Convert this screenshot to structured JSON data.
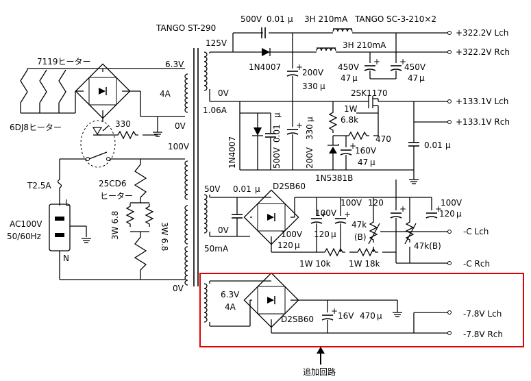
{
  "labels": {
    "tr1_name": "TANGO ST-290",
    "tr2_name": "TANGO SC-3-210×2",
    "v_500": "500V",
    "c_001_top": "0.01",
    "unit_u": "μ",
    "choke_lch": "3H 210mA",
    "choke_rch": "3H 210mA",
    "out_322_l": "+322.2V Lch",
    "out_322_r": "+322.2V Rch",
    "out_133_l": "+133.1V Lch",
    "out_133_r": "+133.1V Rch",
    "out_c_l": "-C Lch",
    "out_c_r": "-C Rch",
    "out_78_l": "-7.8V Lch",
    "out_78_r": "-7.8V Rch",
    "heater_7119": "7119ヒーター",
    "heater_6dj8": "6DJ8ヒーター",
    "heater_25cd6": "25CD6",
    "heater_25cd6_b": "ヒーター",
    "fuse": "T2.5A",
    "ac_in": "AC100V",
    "ac_freq": "50/60Hz",
    "plug_l": "L",
    "plug_n": "N",
    "tap_63": "6.3V",
    "tap_4a": "4A",
    "tap_0v_h": "0V",
    "tap_100v": "100V",
    "tap_0v_p": "0V",
    "r_330_h": "330",
    "sec_125": "125V",
    "sec_0v": "0V",
    "sec_106a": "1.06A",
    "d_1n4007_a": "1N4007",
    "d_1n4007_b": "1N4007",
    "c_200v_a": "200V",
    "c_330u_a": "330",
    "c_200v_b": "200V",
    "c_330u_b": "330",
    "c_500v_b": "500V",
    "c_001_b": "0.01",
    "c_450_a": "450V",
    "c_47_a": "47",
    "c_450_b": "450V",
    "c_47_b": "47",
    "q_2sk1170": "2SK1170",
    "r_1w": "1W",
    "r_68k": "6.8k",
    "r_470": "470",
    "c_160v": "160V",
    "c_47_c": "47",
    "c_001_c": "0.01",
    "d_1n5381b": "1N5381B",
    "sec_50": "50V",
    "sec_0v_b": "0V",
    "sec_50ma": "50mA",
    "c_001_d": "0.01",
    "br_d2sb60": "D2SB60",
    "c_100v_a": "100V",
    "c_120u_a": "120",
    "c_100v_b": "100V",
    "c_120u_b": "120",
    "c_100v_c": "100V",
    "c_120_c": "120",
    "c_100v_d": "100V",
    "c_120_d": "120",
    "vr_47k_a": "47k",
    "vr_b_a": "(B)",
    "vr_47k_b": "47k(B)",
    "r_1w_10k": "1W 10k",
    "r_1w_18k": "1W 18k",
    "r_3w_a": "3W 6.8",
    "r_3w_b": "3W 6.8",
    "sec_63": "6.3V",
    "sec_4a_b": "4A",
    "br_d2sb60_b": "D2SB60",
    "c_16v": "16V",
    "c_470u": "470",
    "added_circuit": "追加回路"
  },
  "colors": {
    "line": "#000000",
    "highlight_box": "#e00000",
    "background": "#ffffff"
  }
}
